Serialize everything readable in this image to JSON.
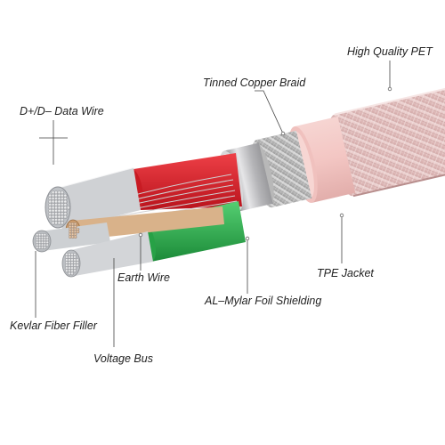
{
  "labels": {
    "high_quality_pet": "High Quality PET",
    "tinned_copper_braid": "Tinned Copper Braid",
    "data_wire": "D+/D– Data Wire",
    "tpe_jacket": "TPE Jacket",
    "earth_wire": "Earth Wire",
    "al_mylar": "AL–Mylar Foil Shielding",
    "kevlar": "Kevlar Fiber Filler",
    "voltage_bus": "Voltage Bus"
  },
  "colors": {
    "background": "#ffffff",
    "pet_braid": "#e8c9c8",
    "tpe_jacket": "#f3c9c6",
    "copper_braid": "#c7c7c7",
    "foil": "#b9b9bb",
    "red_wire": "#d7242c",
    "green_wire": "#2aa84a",
    "label_text": "#222222",
    "leader_line": "#444444"
  },
  "icons": {
    "cable": "usb-cable-cross-section"
  }
}
